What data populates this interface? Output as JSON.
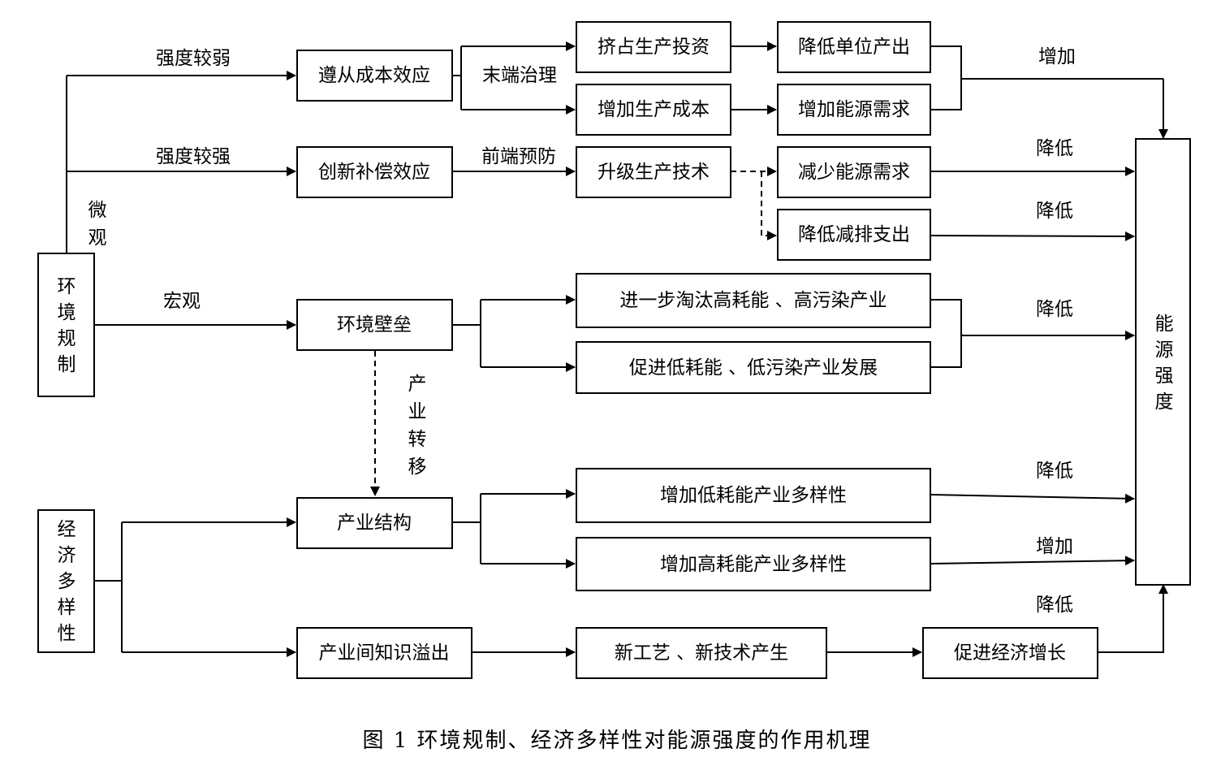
{
  "nodes": {
    "env_reg": "环境规制",
    "econ_div": "经济多样性",
    "energy_intensity": "能源强度",
    "compliance_cost": "遵从成本效应",
    "innovation_comp": "创新补偿效应",
    "env_barrier": "环境壁垒",
    "industry_structure": "产业结构",
    "knowledge_spill": "产业间知识溢出",
    "crowd_invest": "挤占生产投资",
    "add_cost": "增加生产成本",
    "upgrade_tech": "升级生产技术",
    "reduce_output": "降低单位产出",
    "add_energy_demand": "增加能源需求",
    "reduce_energy_demand": "减少能源需求",
    "reduce_emission_cost": "降低减排支出",
    "eliminate_high": "进一步淘汰高耗能 、高污染产业",
    "promote_low": "促进低耗能 、低污染产业发展",
    "add_low_div": "增加低耗能产业多样性",
    "add_high_div": "增加高耗能产业多样性",
    "new_tech": "新工艺 、新技术产生",
    "econ_growth": "促进经济增长"
  },
  "labels": {
    "weak": "强度较弱",
    "strong": "强度较强",
    "micro": "微观",
    "macro": "宏观",
    "end_treatment": "末端治理",
    "front_prevention": "前端预防",
    "industry_transfer": "产业转移",
    "increase": "增加",
    "decrease": "降低"
  },
  "caption": "图 1 环境规制、经济多样性对能源强度的作用机理"
}
